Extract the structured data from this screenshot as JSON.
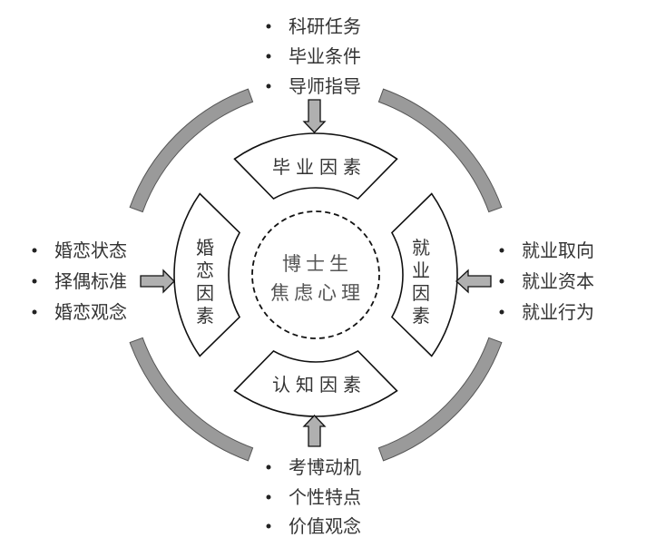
{
  "center": {
    "line1": "博士生",
    "line2": "焦虑心理"
  },
  "factors": {
    "top": "毕业因素",
    "left": [
      "婚",
      "恋",
      "因",
      "素"
    ],
    "right": [
      "就",
      "业",
      "因",
      "素"
    ],
    "bottom": "认知因素"
  },
  "lists": {
    "top": [
      "科研任务",
      "毕业条件",
      "导师指导"
    ],
    "left": [
      "婚恋状态",
      "择偶标准",
      "婚恋观念"
    ],
    "right": [
      "就业取向",
      "就业资本",
      "就业行为"
    ],
    "bottom": [
      "考博动机",
      "个性特点",
      "价值观念"
    ]
  },
  "colors": {
    "ring": "#9a9a9a",
    "arrow": "#b0b0b0",
    "line": "#111111"
  }
}
